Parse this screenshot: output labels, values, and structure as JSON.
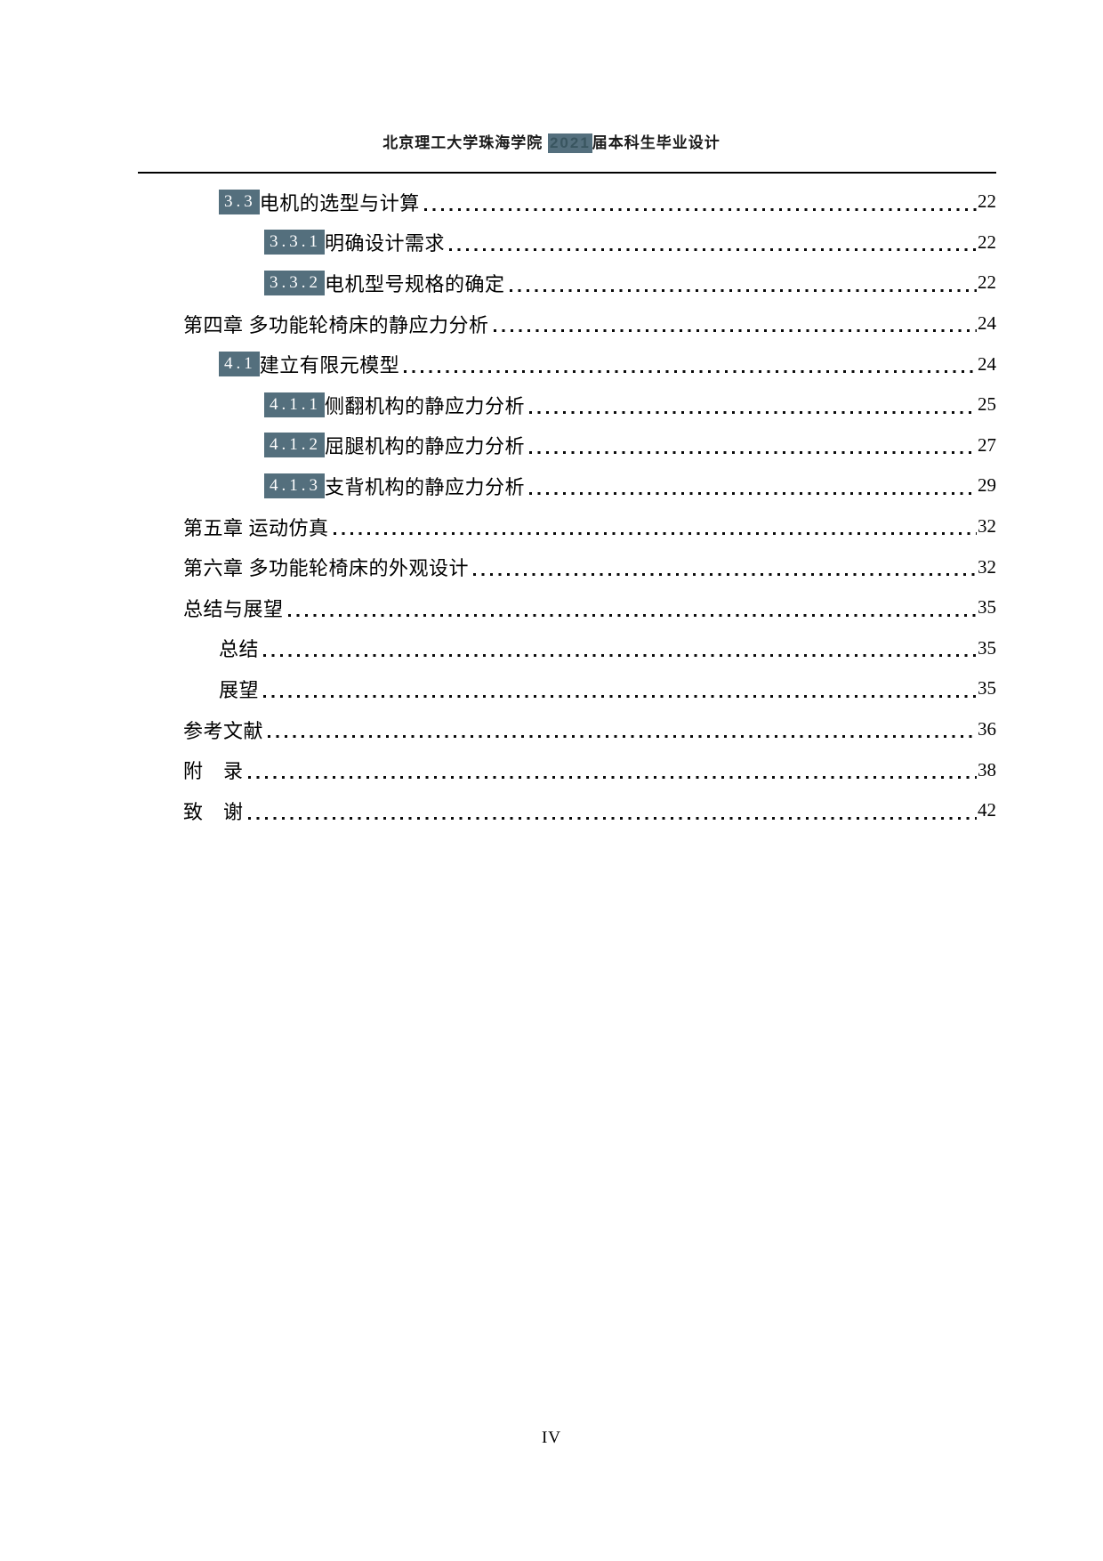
{
  "header": {
    "institution": "北京理工大学珠海学院 ",
    "year": "2021",
    "suffix": "届本科生毕业设计"
  },
  "footer": {
    "page_number": "IV"
  },
  "colors": {
    "field_highlight_bg": "#546f7d",
    "field_highlight_text": "#ffffff",
    "text": "#000000",
    "rule": "#000000"
  },
  "toc": {
    "entries": [
      {
        "level": 2,
        "number": "3.3",
        "title": "电机的选型与计算",
        "page": "22"
      },
      {
        "level": 3,
        "number": "3.3.1",
        "title": "明确设计需求",
        "page": "22"
      },
      {
        "level": 3,
        "number": "3.3.2",
        "title": "电机型号规格的确定",
        "page": "22"
      },
      {
        "level": 1,
        "number": "",
        "title": "第四章 多功能轮椅床的静应力分析",
        "page": "24"
      },
      {
        "level": 2,
        "number": "4.1",
        "title": "建立有限元模型",
        "page": "24"
      },
      {
        "level": 3,
        "number": "4.1.1",
        "title": "侧翻机构的静应力分析",
        "page": "25"
      },
      {
        "level": 3,
        "number": "4.1.2",
        "title": "屈腿机构的静应力分析",
        "page": "27"
      },
      {
        "level": 3,
        "number": "4.1.3",
        "title": "支背机构的静应力分析",
        "page": "29"
      },
      {
        "level": 1,
        "number": "",
        "title": "第五章 运动仿真",
        "page": "32"
      },
      {
        "level": 1,
        "number": "",
        "title": "第六章 多功能轮椅床的外观设计",
        "page": "32"
      },
      {
        "level": 1,
        "number": "",
        "title": "总结与展望",
        "page": "35"
      },
      {
        "level": 2,
        "number": "",
        "title": "总结",
        "page": "35"
      },
      {
        "level": 2,
        "number": "",
        "title": "展望",
        "page": "35"
      },
      {
        "level": 1,
        "number": "",
        "title": "参考文献",
        "page": "36"
      },
      {
        "level": 1,
        "number": "",
        "title": "附　录",
        "page": "38"
      },
      {
        "level": 1,
        "number": "",
        "title": "致　谢",
        "page": "42"
      }
    ]
  }
}
